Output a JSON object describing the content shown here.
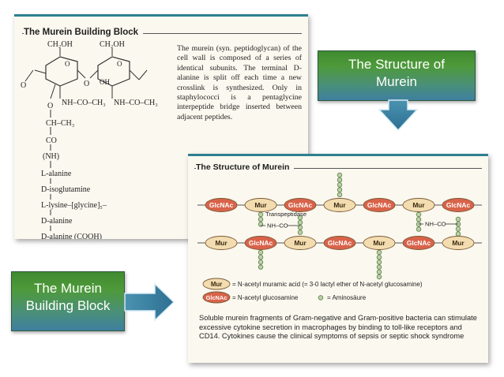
{
  "card1": {
    "title": "The Murein Building Block",
    "paragraph": "The murein (syn. peptidoglycan) of the cell wall is composed of a series of identical subunits. The terminal D-alanine is split off each time a new crosslink is synthesized. Only in staphylococci is a pentaglycine interpeptide bridge inserted between adjacent peptides.",
    "structure": {
      "ch2oh_left": "CH₂OH",
      "ch2oh_right": "CH₂OH",
      "oh": "OH",
      "o_left": "O",
      "o_mid": "O",
      "o_ring1": "O",
      "o_ring2": "O",
      "nh_group_left": "NH–CO–CH₃",
      "nh_group_right": "NH–CO–CH₃",
      "o_link": "O",
      "ch_ch3": "CH–CH₃",
      "co": "CO",
      "nh": "(NH)",
      "chain": [
        "L-alanine",
        "D-isoglutamine",
        "L-lysine–[glycine]₅–",
        "D-alanine",
        "D-alanine (COOH)"
      ]
    }
  },
  "card2": {
    "title": "The Structure of Murein",
    "row1": [
      "GlcNAc",
      "Mur",
      "GlcNAc",
      "Mur",
      "GlcNAc",
      "Mur",
      "GlcNAc"
    ],
    "row2": [
      "Mur",
      "GlcNAc",
      "Mur",
      "GlcNAc",
      "Mur",
      "GlcNAc",
      "Mur"
    ],
    "transpeptidase": "Transpeptidase",
    "nh_co_left": "NH–CO",
    "nh_co_right": "NH–CO",
    "legend": {
      "mur_label": "Mur",
      "mur_text": "= N-acetyl muramic acid (= 3-0 lactyl ether of N-acetyl glucosamine)",
      "glc_label": "GlcNAc",
      "glc_text": "= N-acetyl glucosamine",
      "amino_text": "= Aminosäure"
    },
    "paragraph": "Soluble murein fragments of Gram-negative and Gram-positive bacteria can stimulate excessive cytokine secretion in macrophages by binding to toll-like receptors and CD14. Cytokines cause the clinical symptoms of sepsis or septic shock syndrome"
  },
  "callouts": {
    "structure_line1": "The Structure of",
    "structure_line2": "Murein",
    "building_line1": "The Murein",
    "building_line2": "Building Block"
  },
  "colors": {
    "mur_fill": "#f3ddb0",
    "glcnac_fill": "#d9634a",
    "amino_bead": "#b9d3a6",
    "callout_green": "#4e9a3a",
    "callout_blue": "#3e7fa0",
    "card_accent": "#2e7f90"
  }
}
